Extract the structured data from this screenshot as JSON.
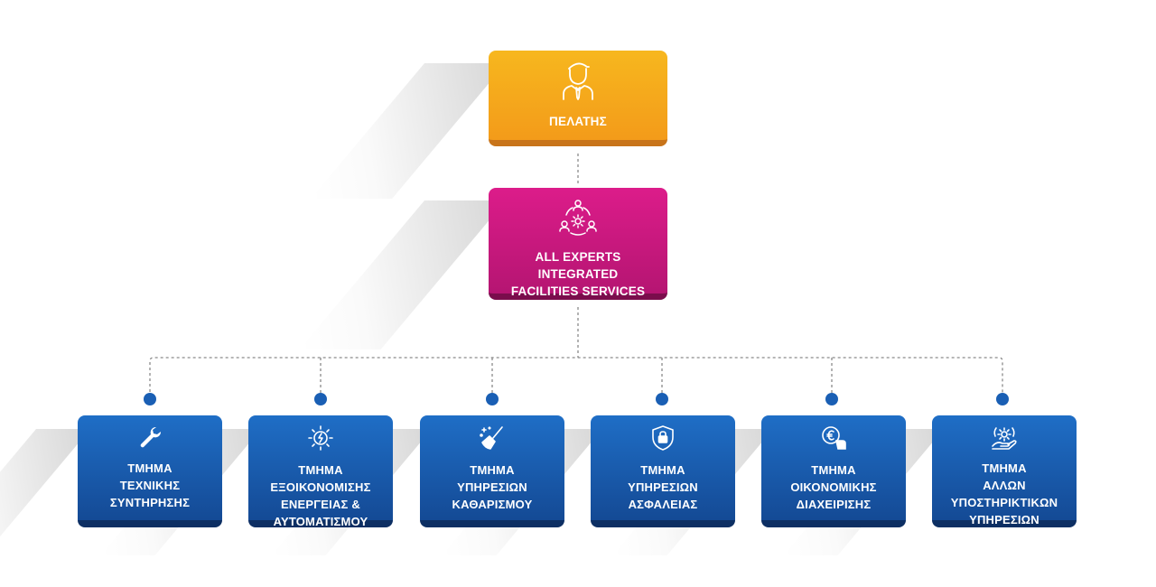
{
  "client": {
    "label": "ΠΕΛΑΤΗΣ",
    "icon": "person-tie-icon",
    "color": "#f5a81c"
  },
  "company": {
    "label": "ALL EXPERTS\nINTEGRATED\nFACILITIES SERVICES",
    "icon": "team-gear-icon",
    "color": "#c8187e"
  },
  "departments": [
    {
      "label": "ΤΜΗΜΑ\nΤΕΧΝΙΚΗΣ\nΣΥΝΤΗΡΗΣΗΣ",
      "icon": "wrench-icon"
    },
    {
      "label": "ΤΜΗΜΑ\nΕΞΟΙΚΟΝΟΜΙΣΗΣ\nΕΝΕΡΓΕΙΑΣ &\nΑΥΤΟΜΑΤΙΣΜΟΥ",
      "icon": "solar-bolt-icon"
    },
    {
      "label": "ΤΜΗΜΑ\nΥΠΗΡΕΣΙΩΝ\nΚΑΘΑΡΙΣΜΟΥ",
      "icon": "broom-icon"
    },
    {
      "label": "ΤΜΗΜΑ\nΥΠΗΡΕΣΙΩΝ\nΑΣΦΑΛΕΙΑΣ",
      "icon": "shield-lock-icon"
    },
    {
      "label": "ΤΜΗΜΑ\nΟΙΚΟΝΟΜΙΚΗΣ\nΔΙΑΧΕΙΡΙΣΗΣ",
      "icon": "euro-hand-icon"
    },
    {
      "label": "ΤΜΗΜΑ\nΑΛΛΩΝ\nΥΠΟΣΤΗΡΙΚΤΙΚΩΝ\nΥΠΗΡΕΣΙΩΝ",
      "icon": "hand-gear-icon"
    }
  ],
  "colors": {
    "department": "#1a5fb4",
    "connector": "#888888"
  }
}
